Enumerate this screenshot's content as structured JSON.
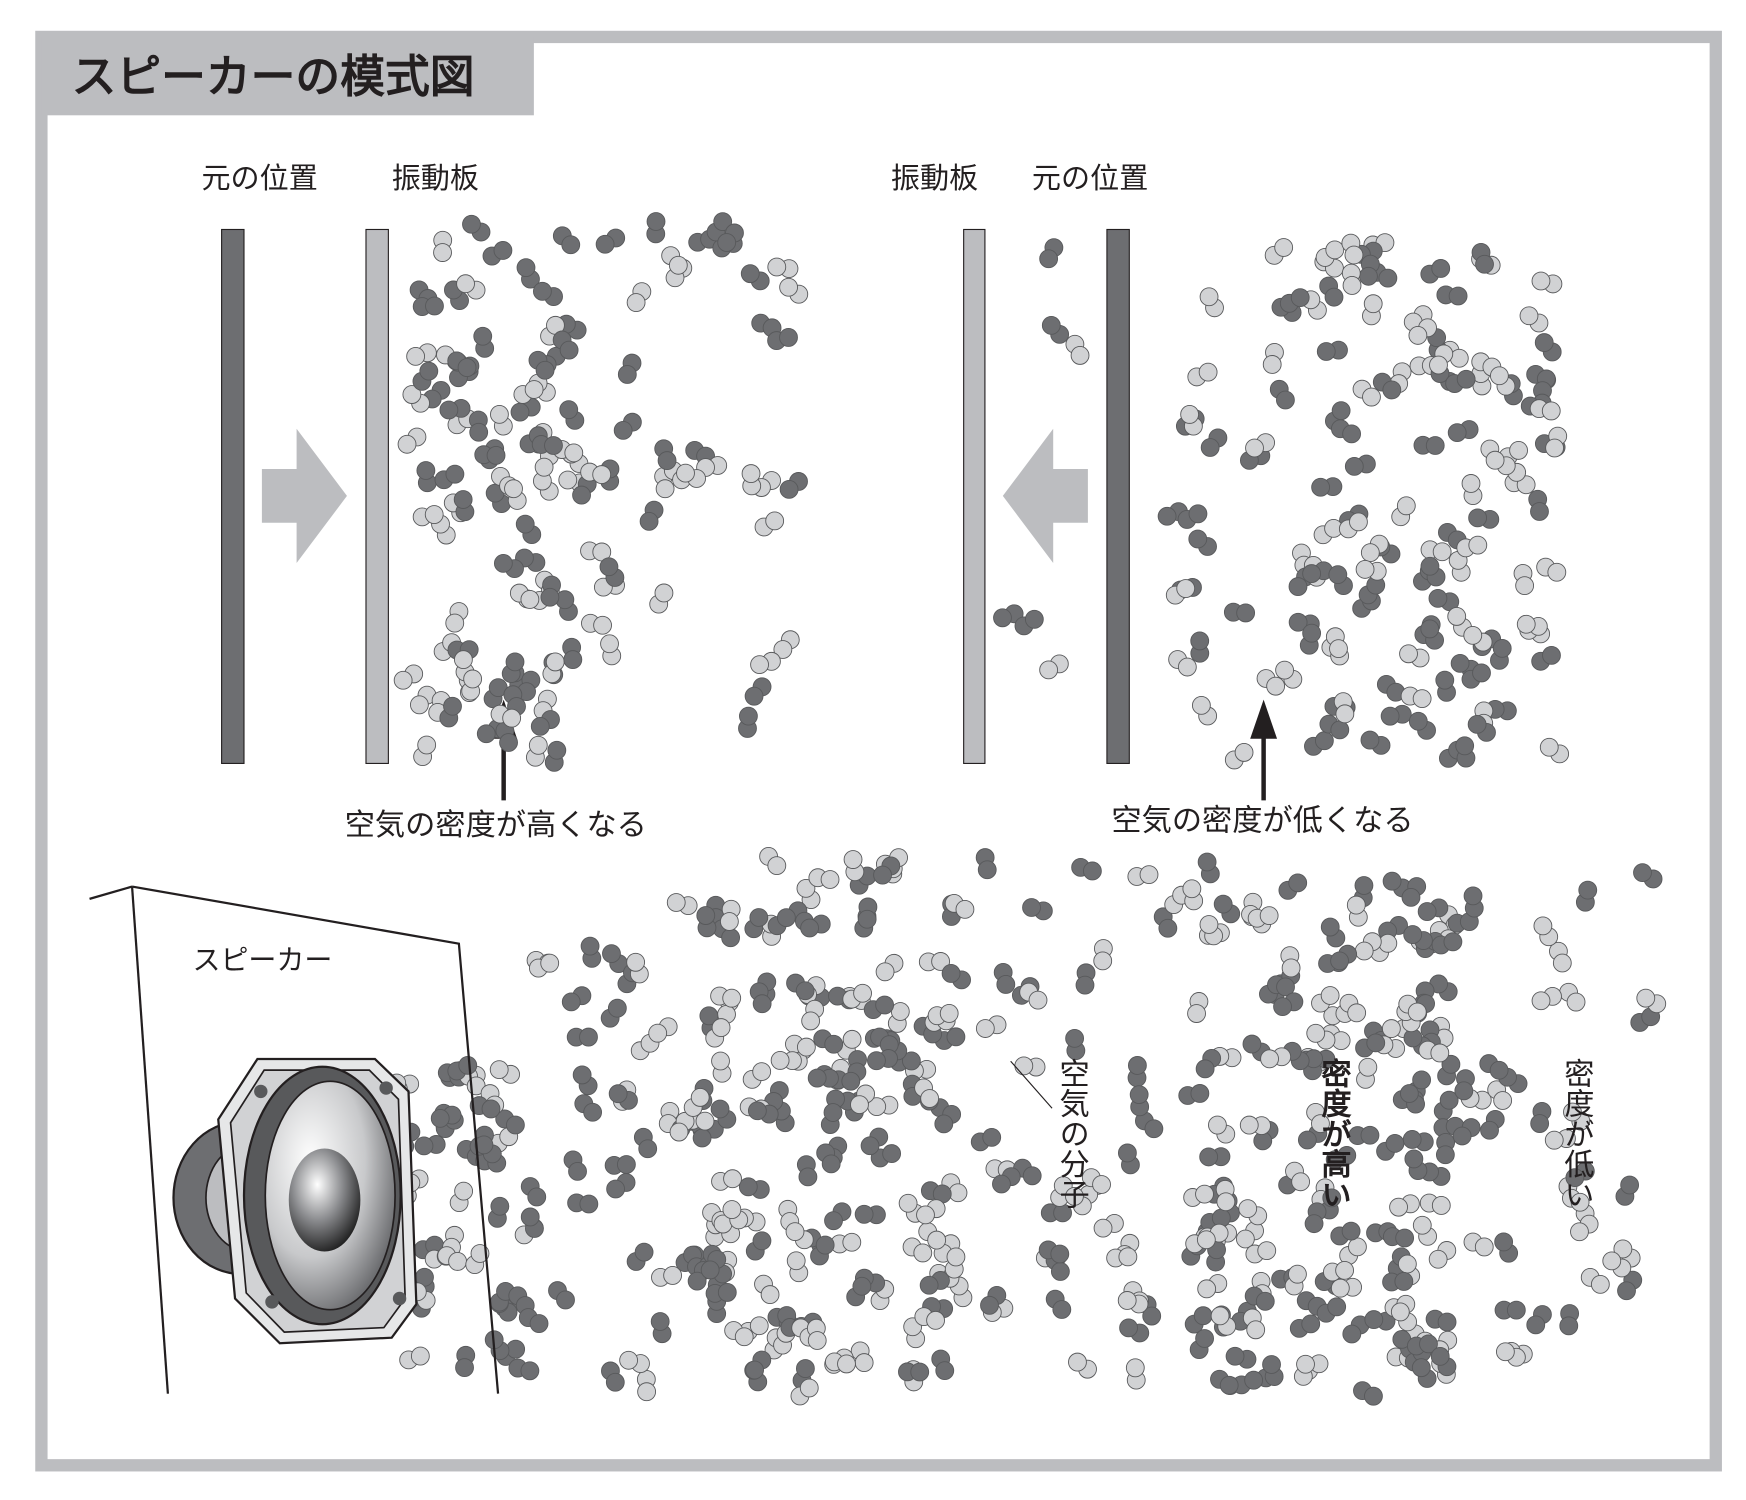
{
  "title": "スピーカーの模式図",
  "top_left": {
    "label_original": "元の位置",
    "label_diaphragm": "振動板",
    "caption": "空気の密度が高くなる"
  },
  "top_right": {
    "label_diaphragm": "振動板",
    "label_original": "元の位置",
    "caption": "空気の密度が低くなる"
  },
  "bottom": {
    "speaker_label": "スピーカー",
    "molecule_label": "空気の分子",
    "high_density_label": "密度が高い",
    "low_density_label": "密度が低い"
  },
  "colors": {
    "frame": "#bcbdc0",
    "dark_plate": "#6d6e71",
    "light_plate": "#bcbdc0",
    "dark_molecule": "#6d6e71",
    "light_molecule": "#d1d2d4",
    "arrow": "#bcbdc0"
  }
}
